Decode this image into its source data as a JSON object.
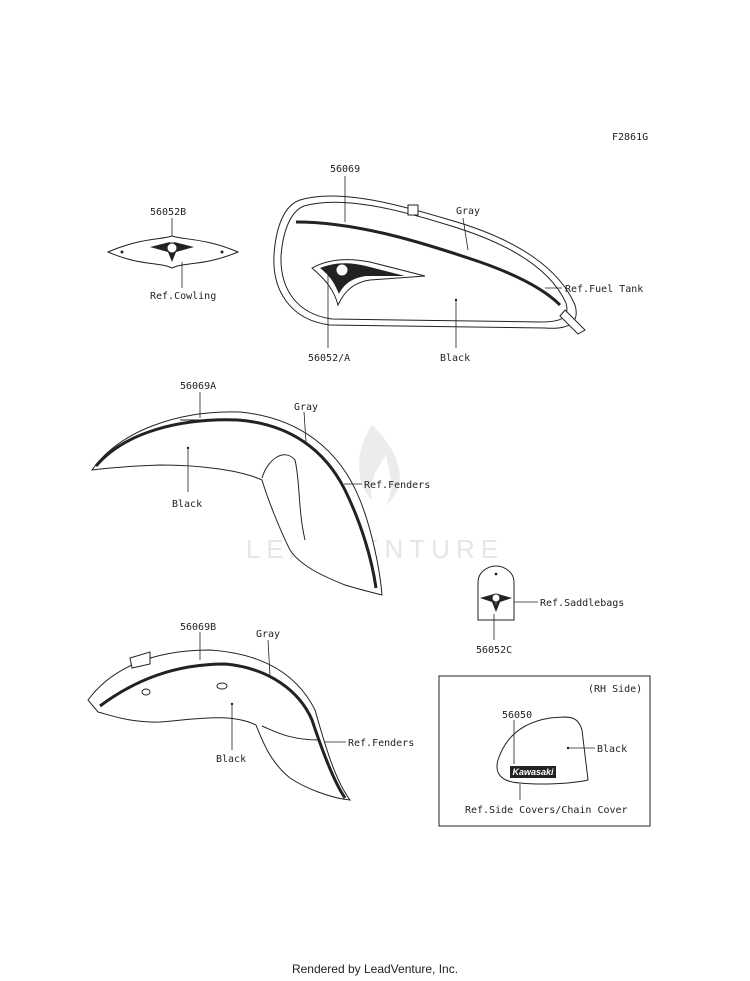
{
  "diagram": {
    "code": "F2861G",
    "watermark": "LEADVENTURE",
    "footer": "Rendered by LeadVenture, Inc.",
    "labels": {
      "p56052B": "56052B",
      "ref_cowling": "Ref.Cowling",
      "p56069": "56069",
      "gray_tank": "Gray",
      "ref_fuel_tank": "Ref.Fuel Tank",
      "p56052A": "56052/A",
      "black_tank": "Black",
      "p56069A": "56069A",
      "gray_front": "Gray",
      "ref_fenders_front": "Ref.Fenders",
      "black_front": "Black",
      "ref_saddlebags": "Ref.Saddlebags",
      "p56052C": "56052C",
      "p56069B": "56069B",
      "gray_rear": "Gray",
      "ref_fenders_rear": "Ref.Fenders",
      "black_rear": "Black",
      "rh_side": "(RH Side)",
      "p56050": "56050",
      "black_cover": "Black",
      "kawasaki": "Kawasaki",
      "ref_side_covers": "Ref.Side Covers/Chain Cover"
    }
  }
}
